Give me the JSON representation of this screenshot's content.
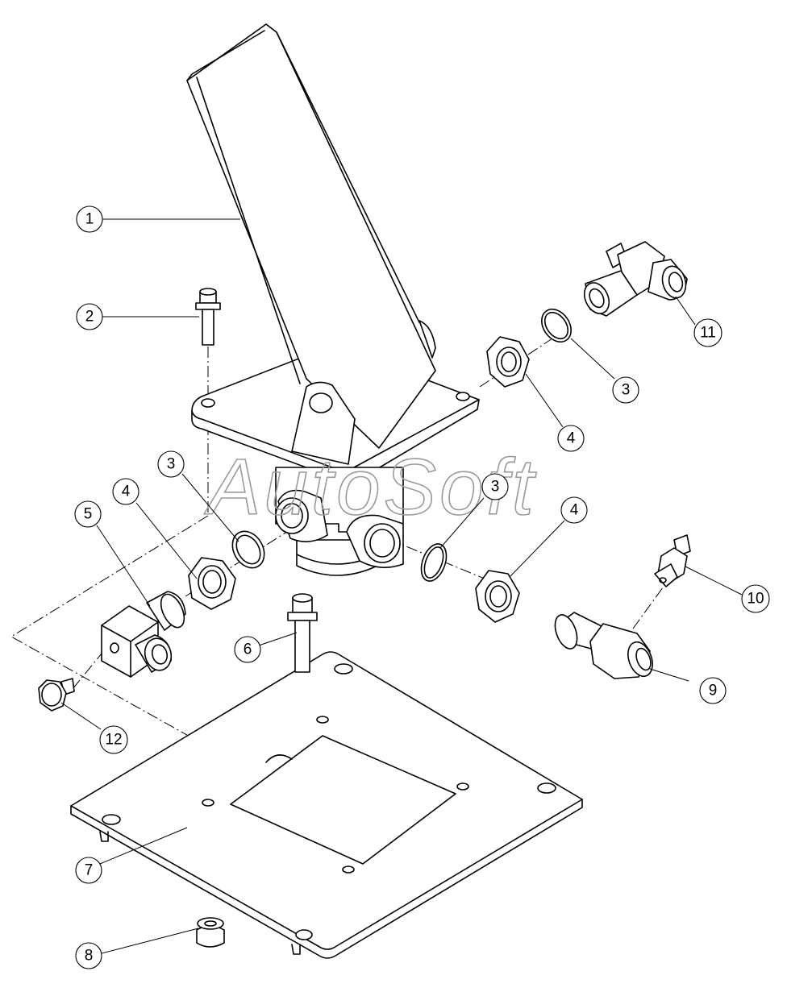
{
  "watermark": "AutoSoft",
  "callouts": [
    {
      "id": "c1",
      "label": "1"
    },
    {
      "id": "c2",
      "label": "2"
    },
    {
      "id": "c3a",
      "label": "3"
    },
    {
      "id": "c3b",
      "label": "3"
    },
    {
      "id": "c3c",
      "label": "3"
    },
    {
      "id": "c4a",
      "label": "4"
    },
    {
      "id": "c4b",
      "label": "4"
    },
    {
      "id": "c4c",
      "label": "4"
    },
    {
      "id": "c5",
      "label": "5"
    },
    {
      "id": "c6",
      "label": "6"
    },
    {
      "id": "c7",
      "label": "7"
    },
    {
      "id": "c8",
      "label": "8"
    },
    {
      "id": "c9",
      "label": "9"
    },
    {
      "id": "c10",
      "label": "10"
    },
    {
      "id": "c11",
      "label": "11"
    },
    {
      "id": "c12",
      "label": "12"
    }
  ]
}
